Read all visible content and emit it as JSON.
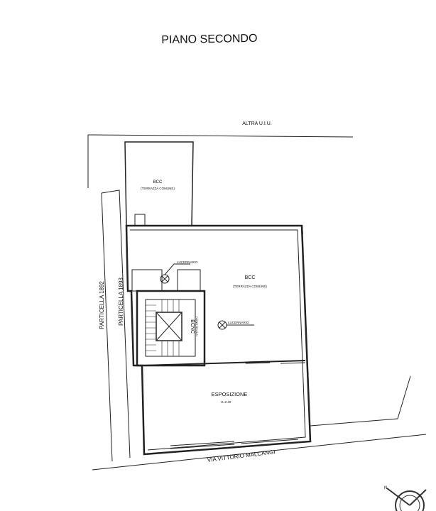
{
  "title": "PIANO SECONDO",
  "labels": {
    "neighbor_top": "ALTRA U.I.U.",
    "particella_1892": "PARTICELLA 1892",
    "particella_1893": "PARTICELLA 1893",
    "street": "VIA VITTORIO MALCANGI"
  },
  "rooms": {
    "terrace_upper": {
      "name": "BCC",
      "sub": "(TERRAZZA COMUNE)"
    },
    "terrace_main": {
      "name": "BCC",
      "sub": "(TERRAZZA COMUNE)"
    },
    "stair": {
      "name": "BCNC",
      "sub": "(VANO SCALA)"
    },
    "exhibition": {
      "name": "ESPOSIZIONE",
      "height": "H=2.40"
    }
  },
  "skylights": [
    "LUCERNARIO",
    "LUCERNARIO"
  ],
  "compass": {
    "icon": "compass-rose-icon",
    "north": "N"
  }
}
